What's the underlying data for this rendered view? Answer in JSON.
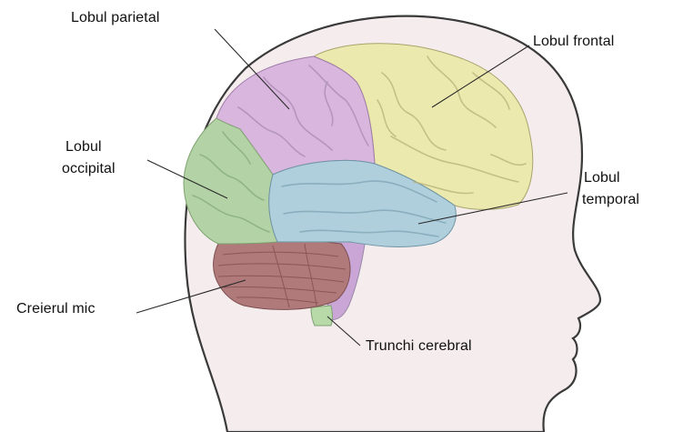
{
  "labels": {
    "parietal": "Lobul parietal",
    "frontal": "Lobul frontal",
    "occipital_line1": "Lobul",
    "occipital_line2": "occipital",
    "temporal_line1": "Lobul",
    "temporal_line2": "temporal",
    "cerebellum": "Creierul mic",
    "brainstem": "Trunchi cerebral"
  },
  "colors": {
    "head_fill": "#f5ecee",
    "head_outline": "#3a3a3a",
    "frontal": "#ece9ae",
    "parietal": "#d8b6de",
    "occipital": "#b3d3a6",
    "temporal": "#afcfdc",
    "cerebellum": "#b0797a",
    "brainstem": "#c9a6d6",
    "brainstem_base": "#b8d9a8"
  }
}
